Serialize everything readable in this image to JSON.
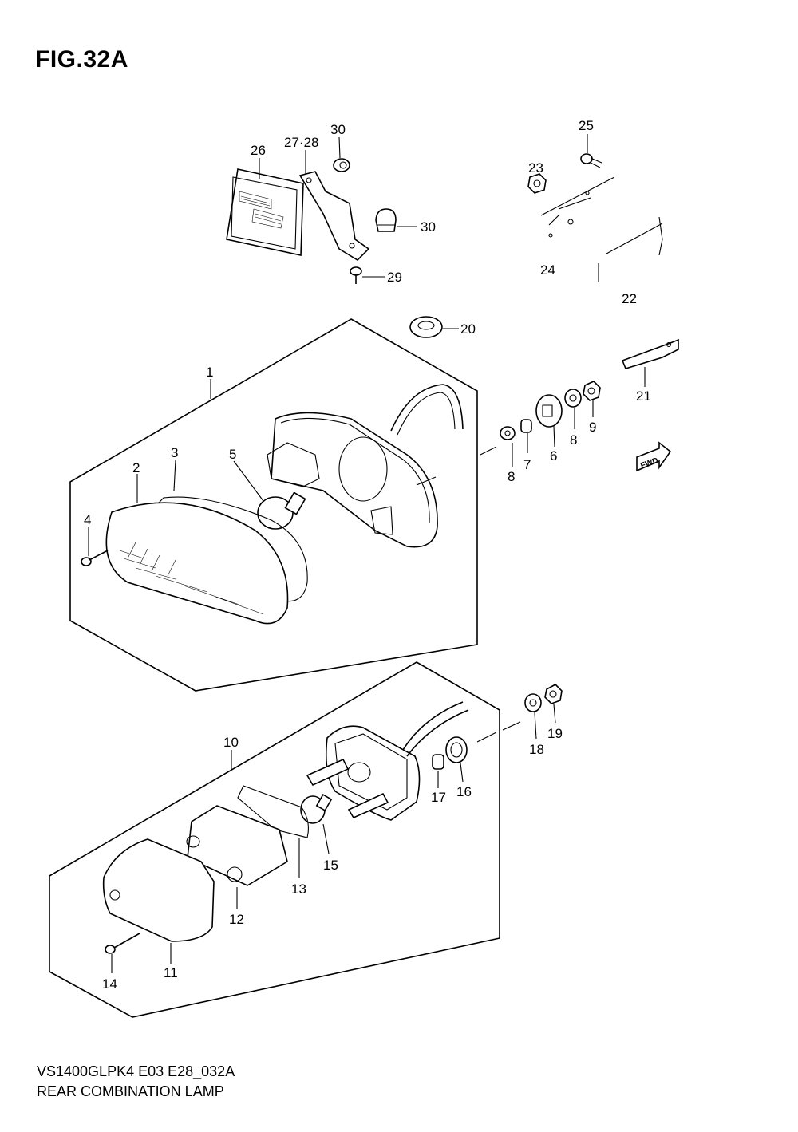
{
  "figure": {
    "title": "FIG.32A",
    "model_code": "VS1400GLPK4 E03 E28_032A",
    "name": "REAR COMBINATION LAMP"
  },
  "callouts": [
    "1",
    "2",
    "3",
    "4",
    "5",
    "6",
    "7",
    "8",
    "8",
    "9",
    "10",
    "11",
    "12",
    "13",
    "14",
    "15",
    "16",
    "17",
    "18",
    "19",
    "20",
    "21",
    "22",
    "23",
    "24",
    "25",
    "26",
    "27·28",
    "29",
    "30",
    "30"
  ],
  "fwd_label": "FWD"
}
